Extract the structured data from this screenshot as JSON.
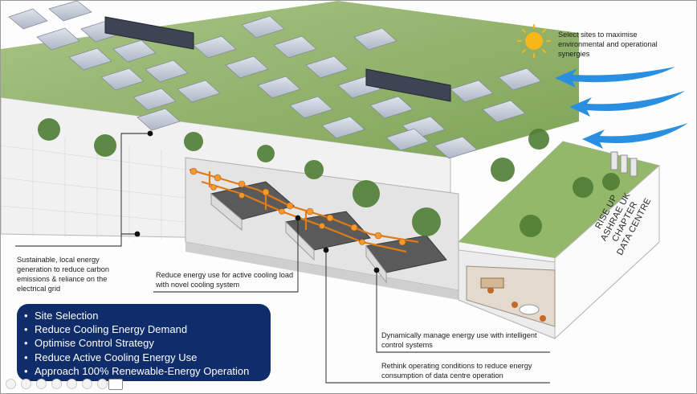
{
  "annotations": {
    "site": "Select sites to maximise environmental and operational synergies",
    "generation": "Sustainable, local energy generation to reduce carbon emissions & reliance on the electrical grid",
    "cooling": "Reduce energy use for active cooling load with novel cooling system",
    "control": "Dynamically manage energy use with intelligent control systems",
    "operating": "Rethink operating conditions to reduce energy consumption of data centre operation"
  },
  "building_label": [
    "RISE UP",
    "ASHRAE UK CHAPTER",
    "DATA CENTRE"
  ],
  "strategies": [
    "Site Selection",
    "Reduce Cooling Energy Demand",
    "Optimise Control Strategy",
    "Reduce Active Cooling Energy Use",
    "Approach 100% Renewable-Energy Operation"
  ],
  "colors": {
    "panel": "#0f2c6b",
    "wind_arrow": "#2a8fe0",
    "sun": "#f7b718",
    "roof_green": "#8fb36a",
    "pipe_orange": "#e07b16",
    "solar_panel": "#c9d0dc"
  },
  "icons": {
    "sun": "sun-icon",
    "wind": "wind-arrow-icon",
    "camera": "camera-icon"
  }
}
